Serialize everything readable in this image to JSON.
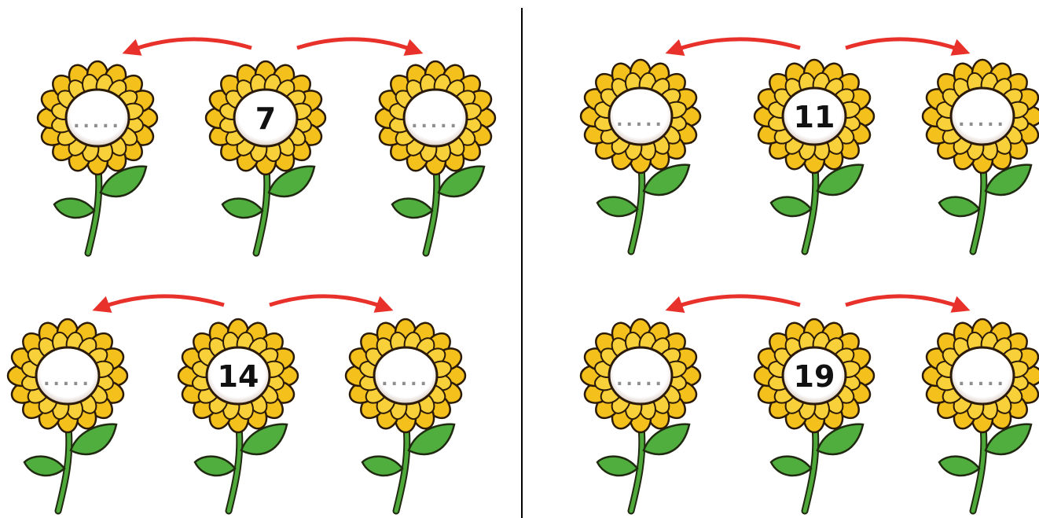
{
  "colors": {
    "petal": "#F4C11C",
    "petal_outline": "#2B1A08",
    "center": "#FFFFFF",
    "center_shadow": "#E7DCD6",
    "stem": "#4EA93A",
    "leaf": "#4FAE3D",
    "arrow": "#E8312A",
    "blank_dots": "#8E8E8E",
    "divider": "#000000"
  },
  "icon_names": {
    "flower": "sunflower-icon",
    "arrow_left": "curved-arrow-left-icon",
    "arrow_right": "curved-arrow-right-icon"
  },
  "exercises": [
    {
      "number": "7",
      "blank": "....."
    },
    {
      "number": "11",
      "blank": "....."
    },
    {
      "number": "14",
      "blank": "....."
    },
    {
      "number": "19",
      "blank": "....."
    }
  ]
}
